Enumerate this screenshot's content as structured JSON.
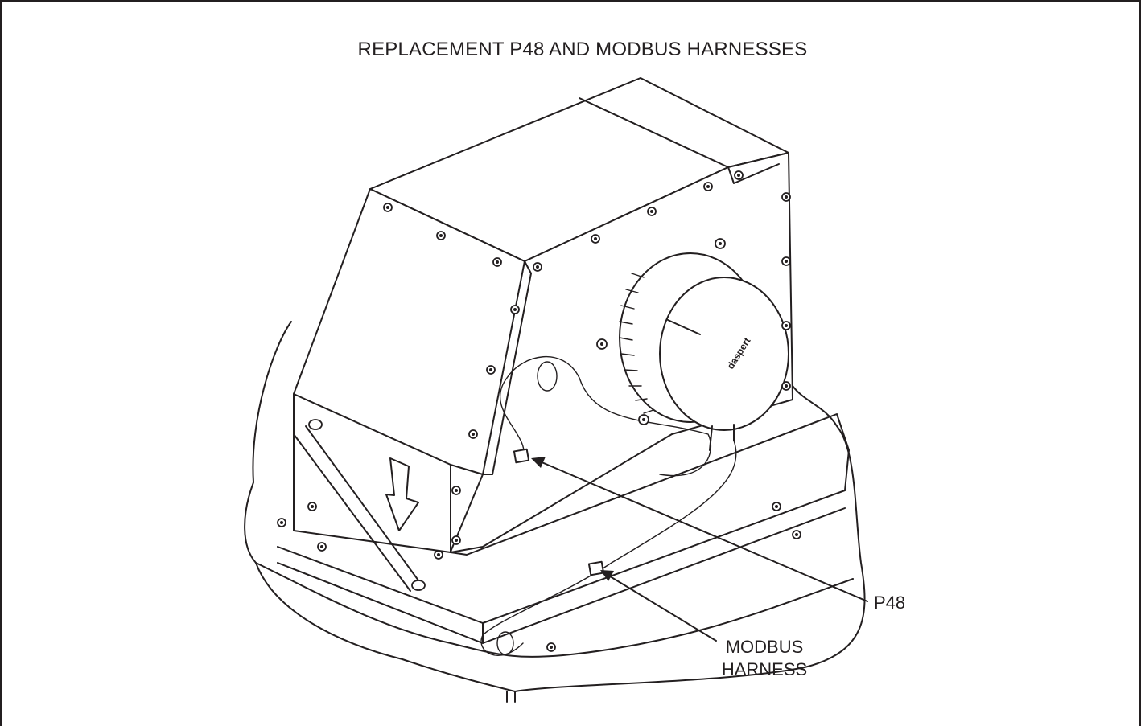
{
  "title": "REPLACEMENT P48 AND MODBUS HARNESSES",
  "callouts": {
    "p48": "P48",
    "modbus_line1": "MODBUS",
    "modbus_line2": "HARNESS"
  },
  "logo_text": "daspert",
  "colors": {
    "line": "#231f20",
    "background": "#ffffff"
  }
}
